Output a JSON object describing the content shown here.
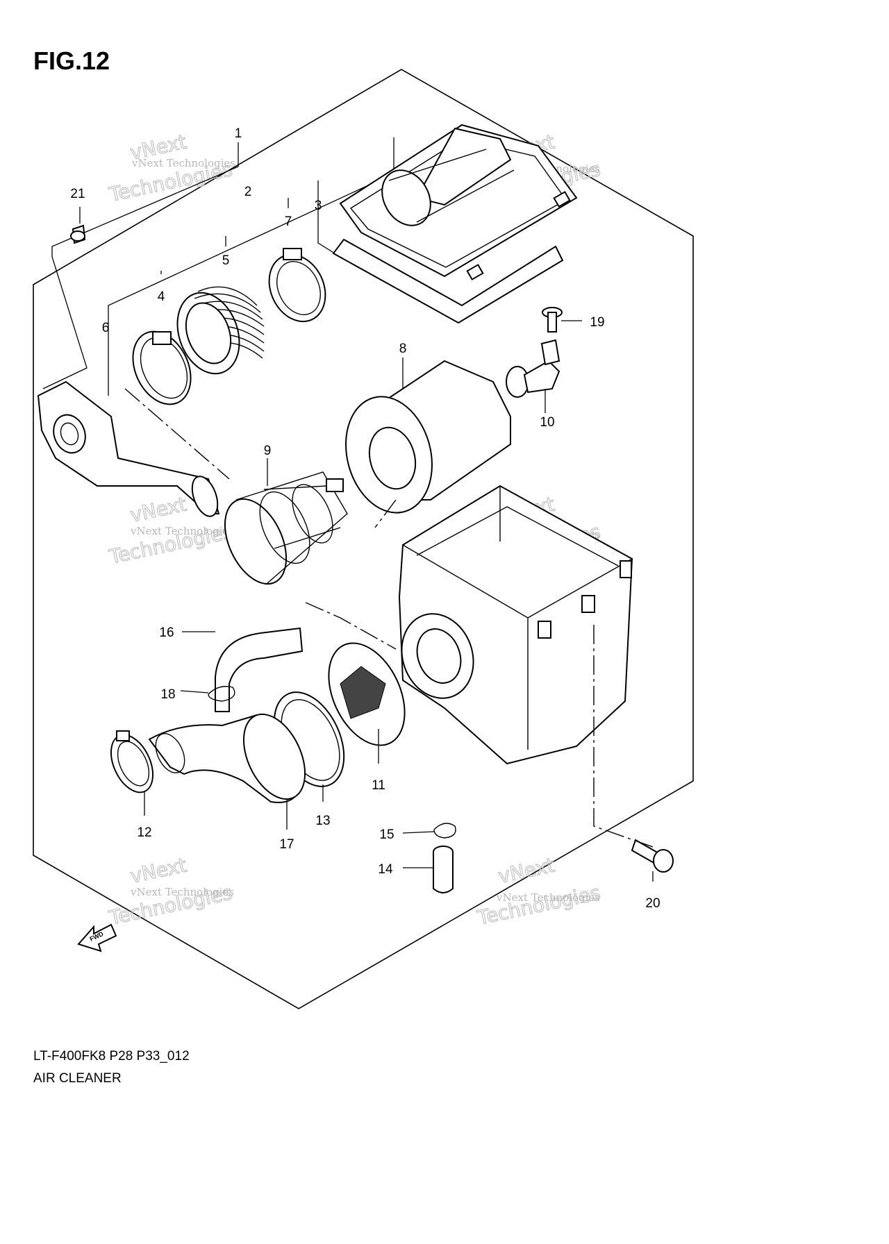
{
  "figure": {
    "title": "FIG.12",
    "code": "LT-F400FK8 P28 P33_012",
    "name": "AIR CLEANER"
  },
  "callouts": [
    "1",
    "2",
    "3",
    "4",
    "5",
    "6",
    "7",
    "8",
    "9",
    "10",
    "11",
    "12",
    "13",
    "14",
    "15",
    "16",
    "17",
    "18",
    "19",
    "20",
    "21"
  ],
  "watermark": {
    "small_text": "vNext Technologies",
    "big_line1": "vNext",
    "big_line2": "Technologies"
  },
  "arrow_label": "FWD"
}
